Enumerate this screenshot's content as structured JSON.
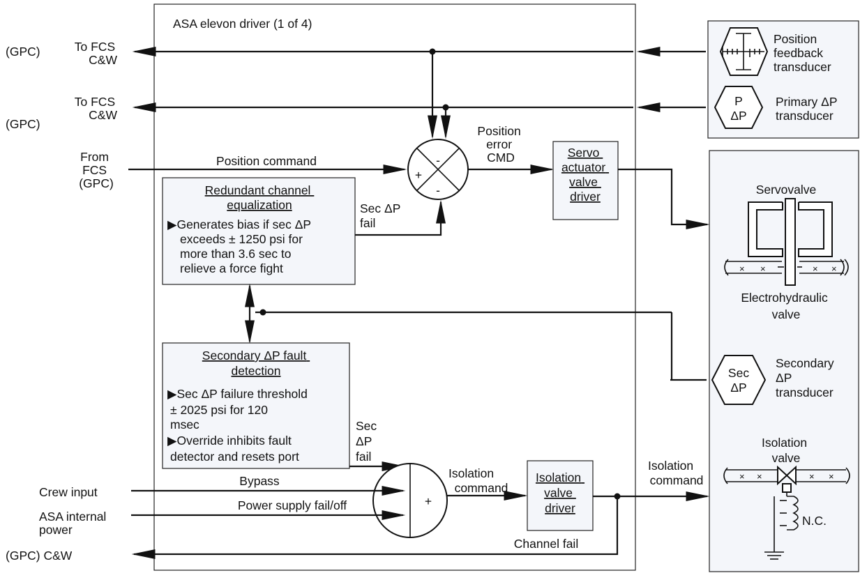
{
  "main_title": "ASA elevon driver (1 of 4)",
  "left": {
    "gpc_1": "(GPC)",
    "to_fcs_1": [
      "To FCS",
      "C&W"
    ],
    "to_fcs_2": [
      "To FCS",
      "C&W"
    ],
    "gpc_2": "(GPC)",
    "from_fcs": [
      "From",
      "FCS",
      "(GPC)"
    ],
    "crew_input": "Crew input",
    "asa_power": [
      "ASA internal",
      "power"
    ],
    "gpc_cw": "(GPC) C&W"
  },
  "signals": {
    "position_command": "Position command",
    "position_error": [
      "Position",
      "error",
      "CMD"
    ],
    "sec_dp_fail_1": [
      "Sec ΔP",
      "fail"
    ],
    "sec_dp_fail_2": [
      "Sec",
      "ΔP",
      "fail"
    ],
    "bypass": "Bypass",
    "power_supply": "Power supply fail/off",
    "isolation_command_1": [
      "Isolation",
      "command"
    ],
    "isolation_command_2": [
      "Isolation",
      "command"
    ],
    "channel_fail": "Channel fail"
  },
  "summing_junction": {
    "plus": "+",
    "minus_top": "-",
    "minus_bottom": "-"
  },
  "or_gate": {
    "plus": "+"
  },
  "boxes": {
    "redundant": {
      "title": [
        "Redundant channel",
        "equalization"
      ],
      "lines": [
        "▶Generates bias if sec ΔP",
        "exceeds ± 1250 psi for",
        "more than 3.6 sec to",
        "relieve a force fight"
      ]
    },
    "secondary": {
      "title": [
        "Secondary ΔP fault",
        "detection"
      ],
      "lines": [
        "▶Sec ΔP failure threshold",
        " ± 2025 psi for 120",
        " msec",
        "▶Override inhibits fault",
        " detector and resets port"
      ]
    },
    "servo_driver": [
      "Servo",
      "actuator",
      "valve",
      "driver"
    ],
    "isolation_driver": [
      "Isolation",
      "valve",
      "driver"
    ]
  },
  "right": {
    "position_feedback": [
      "Position",
      "feedback",
      "transducer"
    ],
    "primary_dp": [
      "Primary ΔP",
      "transducer"
    ],
    "primary_hex": [
      "P",
      "ΔP"
    ],
    "servovalve": "Servovalve",
    "electrohydraulic": [
      "Electrohydraulic",
      "valve"
    ],
    "secondary_hex": [
      "Sec",
      "ΔP"
    ],
    "secondary_dp": [
      "Secondary",
      "ΔP",
      "transducer"
    ],
    "isolation_valve": [
      "Isolation",
      "valve"
    ],
    "nc": "N.C."
  }
}
